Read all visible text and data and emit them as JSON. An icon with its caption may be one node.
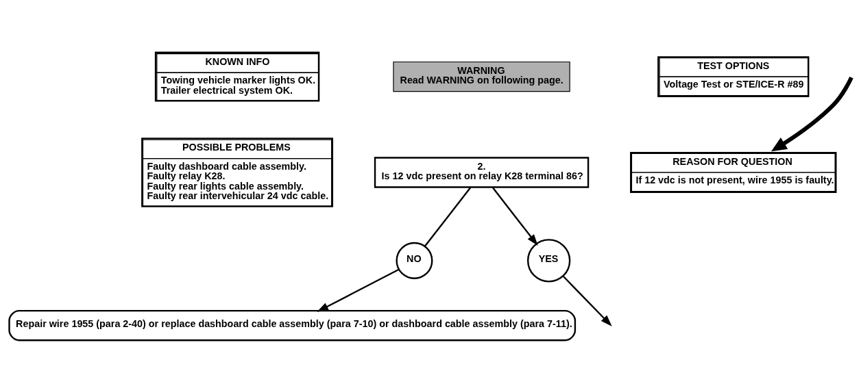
{
  "diagram": {
    "nodes": [
      {
        "text": [
          "KNOWN INFO",
          "Towing vehicle marker lights OK.",
          "Trailer electrical system OK."
        ]
      },
      {
        "text": [
          "POSSIBLE PROBLEMS",
          "Faulty dashboard cable assembly.",
          "Faulty relay K28.",
          "Faulty rear lights cable assembly.",
          "Faulty rear intervehicular 24 vdc cable."
        ]
      },
      {
        "text": [
          "WARNING",
          "Read WARNING on following page."
        ]
      },
      {
        "text": [
          "2.",
          "Is 12 vdc present on relay K28 terminal 86?"
        ]
      },
      {
        "text": [
          "TEST OPTIONS",
          "Voltage Test or STE/ICE-R #89"
        ]
      },
      {
        "text": [
          "REASON FOR QUESTION",
          "If 12 vdc is not present, wire 1955 is faulty."
        ]
      },
      {
        "text": [
          "NO"
        ]
      },
      {
        "text": [
          "YES"
        ]
      },
      {
        "text": [
          "Repair wire 1955 (para 2-40) or replace dashboard cable assembly (para 7-10) or dashboard cable assembly (para 7-11)."
        ]
      }
    ],
    "edges": [
      {
        "from": 3,
        "to": 7,
        "arrow": "to"
      },
      {
        "from": 3,
        "to": 6,
        "arrow": "none"
      },
      {
        "from": 6,
        "to": 8,
        "arrow": "to"
      },
      {
        "from": 7,
        "to": null,
        "arrow": "to"
      },
      {
        "from": null,
        "to": 5,
        "arrow": "to",
        "style": "thick"
      }
    ]
  }
}
